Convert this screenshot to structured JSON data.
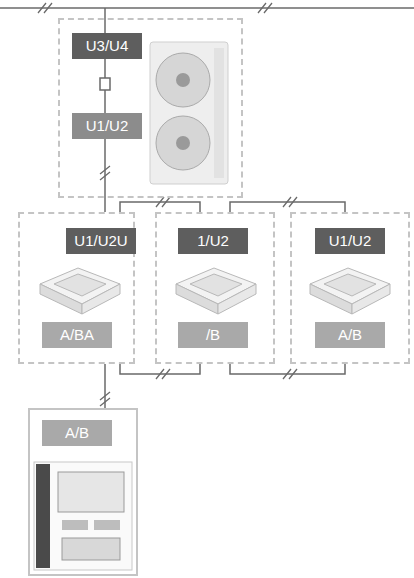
{
  "diagram": {
    "nodes": [
      {
        "text": [
          "U3/U4",
          "U1/U2"
        ]
      },
      {
        "text": [
          "U1/U2U",
          "A/BA"
        ]
      },
      {
        "text": [
          "1/U2",
          "/B"
        ]
      },
      {
        "text": [
          "U1/U2",
          "A/B"
        ]
      },
      {
        "text": [
          "A/B"
        ]
      }
    ],
    "edges": [
      {
        "from": 0,
        "to": 1,
        "arrow": "none"
      },
      {
        "from": 1,
        "to": 2,
        "arrow": "none"
      },
      {
        "from": 2,
        "to": 3,
        "arrow": "none"
      },
      {
        "from": 1,
        "to": 2,
        "arrow": "none"
      },
      {
        "from": 2,
        "to": 3,
        "arrow": "none"
      },
      {
        "from": 1,
        "to": 4,
        "arrow": "none"
      }
    ]
  }
}
